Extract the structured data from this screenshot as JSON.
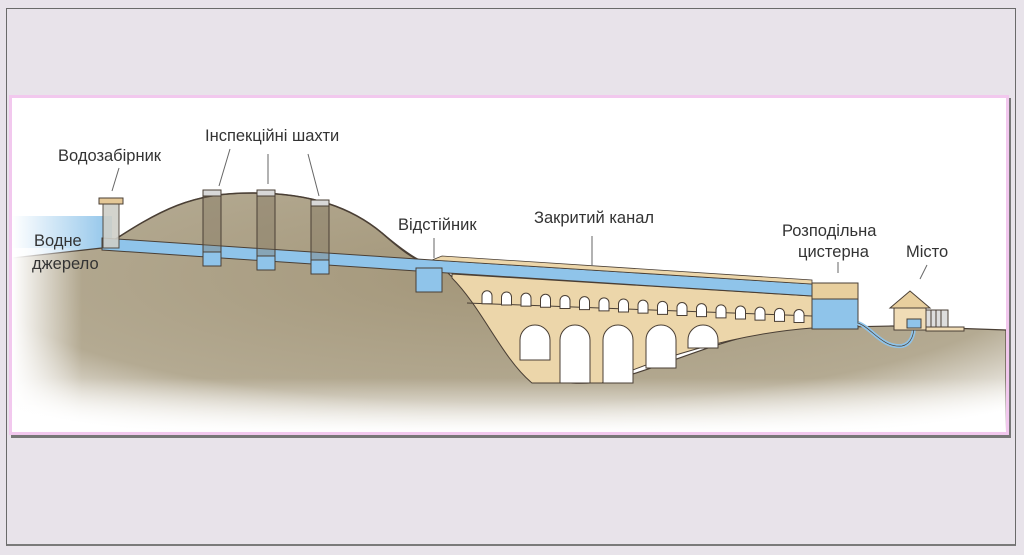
{
  "diagram": {
    "title": "Roman aqueduct cross-section",
    "labels": {
      "intake": "Водозабірник",
      "water_source_line1": "Водне",
      "water_source_line2": "джерело",
      "inspection_shafts": "Інспекційні шахти",
      "settling_tank": "Відстійник",
      "closed_channel": "Закритий канал",
      "distribution_tank_line1": "Розподільна",
      "distribution_tank_line2": "цистерна",
      "city": "Місто"
    },
    "colors": {
      "background": "#e8e3ea",
      "panel_border": "#f2c8ee",
      "water": "#8fc4ea",
      "earth": "#a89c82",
      "stone": "#ecd6aa",
      "outline": "#4a3f35"
    }
  }
}
